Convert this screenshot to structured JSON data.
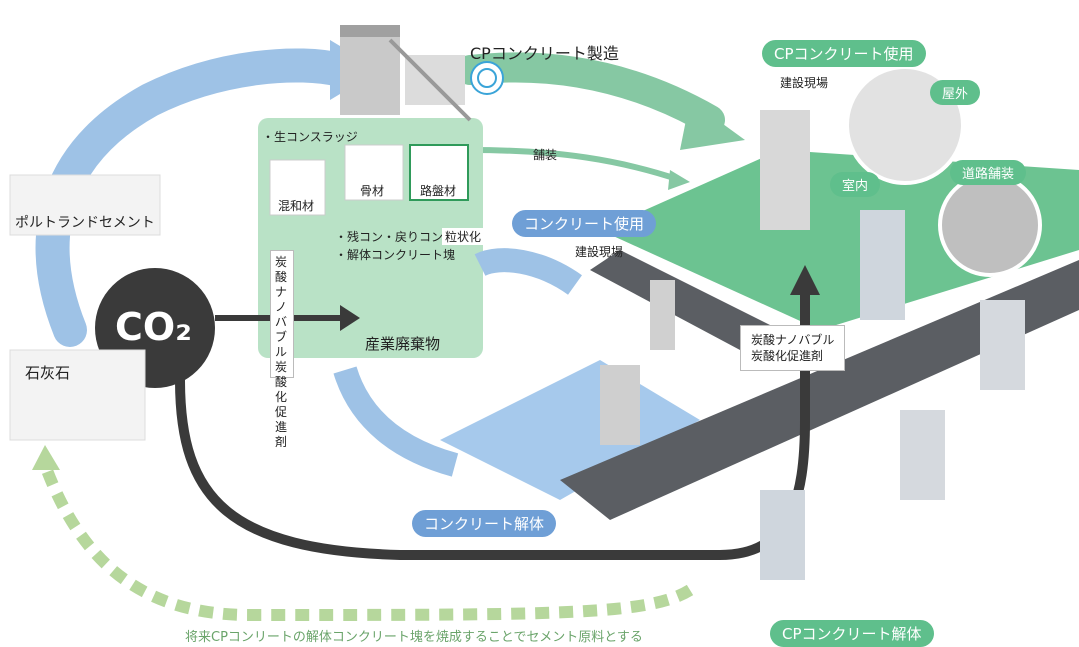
{
  "colors": {
    "blue_arrow": "#9ec2e6",
    "green_arrow": "#86c8a3",
    "green_panel": "#b9e2c6",
    "green_label": "#5fbf8c",
    "blue_label": "#6f9fd6",
    "dark_arrow": "#3a3a3a",
    "dashed_arrow": "#b6d79c",
    "ground_green": "#6cc391",
    "ground_blue": "#a6c9ec",
    "road": "#5b5e63"
  },
  "labels": {
    "cp_manufacture": "CPコンクリート製造",
    "cp_use": "CPコンクリート使用",
    "site_1": "建設現場",
    "outdoor": "屋外",
    "indoor": "室内",
    "road_paving": "道路舗装",
    "paving": "舗装",
    "concrete_use": "コンクリート使用",
    "site_2": "建設現場",
    "portland_cement": "ポルトランドセメント",
    "limestone": "石灰石",
    "co2": "CO₂",
    "raw_sludge": "・生コンスラッジ",
    "admixture": "混和材",
    "aggregate": "骨材",
    "roadbed": "路盤材",
    "residual": "・残コン・戻りコン",
    "granulated": "粒状化",
    "demolished_lump": "・解体コンクリート塊",
    "industrial_waste": "産業廃棄物",
    "nanobubble_a": "炭酸ナノバブル",
    "nanobubble_b": "炭酸化促進剤",
    "nanobubble_right_a": "炭酸ナノバブル",
    "nanobubble_right_b": "炭酸化促進剤",
    "concrete_demolition": "コンクリート解体",
    "cp_demolition": "CPコンクリート解体",
    "future_note": "将来CPコンリートの解体コンクリート塊を焼成することでセメント原料とする"
  }
}
